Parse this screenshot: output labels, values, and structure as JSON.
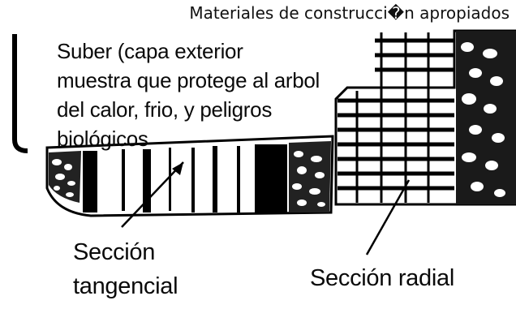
{
  "header": {
    "title": "Materiales de construcci�n apropiados"
  },
  "diagram": {
    "bark_label": [
      "Suber (capa exterior",
      "muestra que protege al arbol",
      "del calor, frio, y peligros",
      "biológicos"
    ],
    "tangential_label": [
      "Sección",
      "tangencial"
    ],
    "radial_label": "Sección radial"
  }
}
